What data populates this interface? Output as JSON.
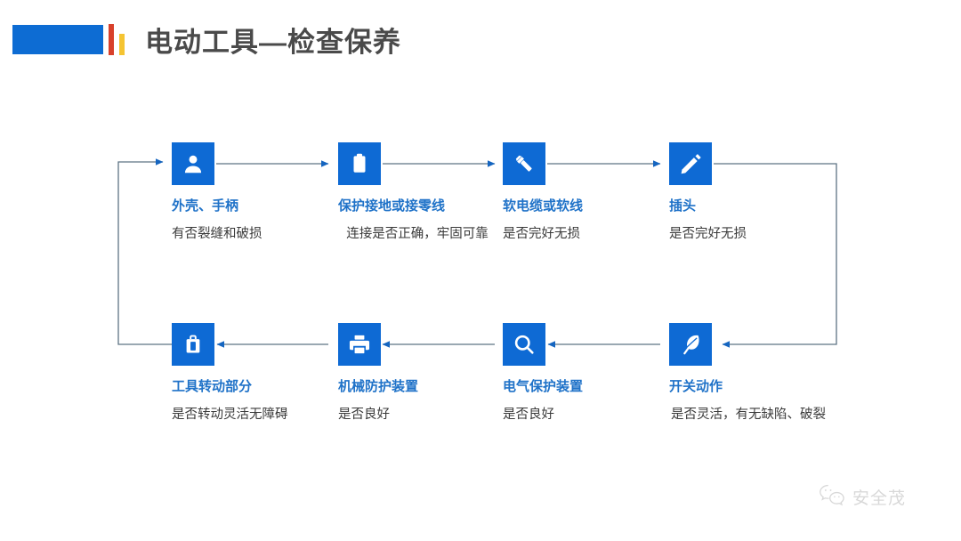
{
  "header": {
    "title": "电动工具—检查保养",
    "accent_blue": "#0D6CD3",
    "accent_red": "#D8402B",
    "accent_yellow": "#F5C432",
    "blue_block_name": "header-blue-block",
    "red_bar_name": "header-red-bar",
    "yellow_bar_name": "header-yellow-bar"
  },
  "theme": {
    "icon_blue": "#0E6AD4",
    "title_blue": "#1F72C8",
    "desc_gray": "#3A3A3A",
    "connector_gray": "#5E7384"
  },
  "diagram": {
    "type": "cycle-flow",
    "nodes": [
      {
        "id": 1,
        "icon": "user-icon",
        "title": "外壳、手柄",
        "desc": "有否裂缝和破损"
      },
      {
        "id": 2,
        "icon": "clipboard-icon",
        "title": "保护接地或接零线",
        "desc": "连接是否正确，牢固可靠"
      },
      {
        "id": 3,
        "icon": "flashlight-icon",
        "title": "软电缆或软线",
        "desc": "是否完好无损"
      },
      {
        "id": 4,
        "icon": "pencil-icon",
        "title": "插头",
        "desc": "是否完好无损"
      },
      {
        "id": 5,
        "icon": "briefcase-icon",
        "title": "工具转动部分",
        "desc": "是否转动灵活无障碍"
      },
      {
        "id": 6,
        "icon": "printer-icon",
        "title": "机械防护装置",
        "desc": "是否良好"
      },
      {
        "id": 7,
        "icon": "search-icon",
        "title": "电气保护装置",
        "desc": "是否良好"
      },
      {
        "id": 8,
        "icon": "feather-icon",
        "title": "开关动作",
        "desc": "是否灵活，有无缺陷、破裂"
      }
    ]
  },
  "watermark": {
    "label": "安全茂",
    "icon": "wechat-icon"
  }
}
